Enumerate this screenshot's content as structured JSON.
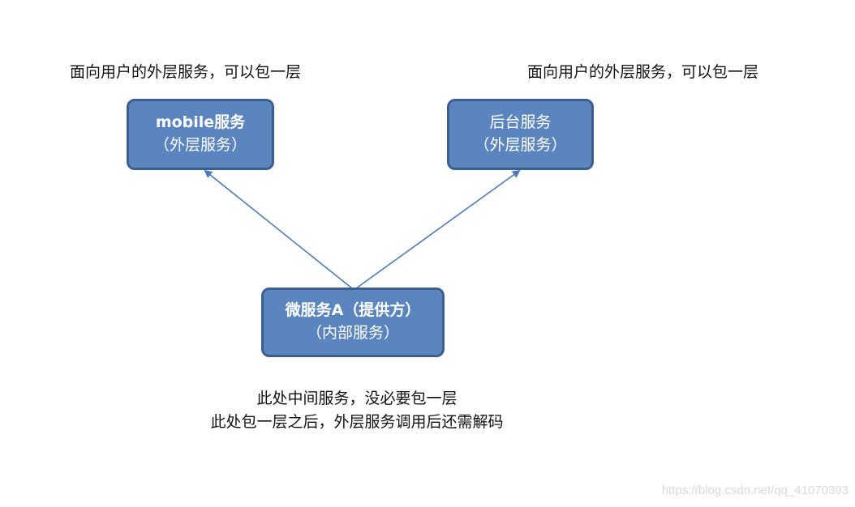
{
  "notes": {
    "left": "面向用户的外层服务，可以包一层",
    "right": "面向用户的外层服务，可以包一层",
    "bottom_line1": "此处中间服务，没必要包一层",
    "bottom_line2": "此处包一层之后，外层服务调用后还需解码"
  },
  "boxes": {
    "mobile": {
      "line1": "mobile服务",
      "line2": "（外层服务）"
    },
    "backend": {
      "line1": "后台服务",
      "line2": "（外层服务）"
    },
    "micro": {
      "line1": "微服务A（提供方）",
      "line2": "（内部服务）"
    }
  },
  "colors": {
    "box_fill": "#5b85bf",
    "box_border": "#3b5f8f",
    "arrow": "#4f7cb8"
  },
  "watermark": "https://blog.csdn.net/qq_41070393"
}
